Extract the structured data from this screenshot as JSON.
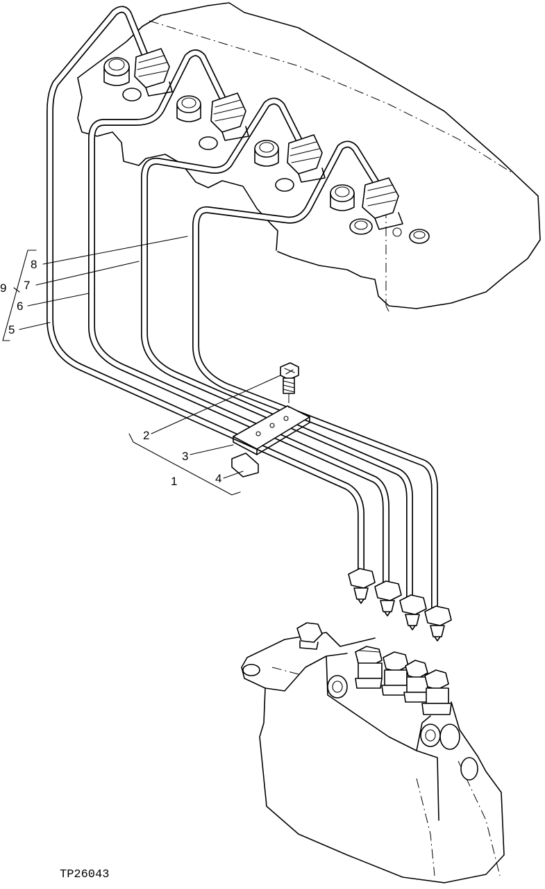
{
  "figure_id": "TP26043",
  "callouts": {
    "c1": "1",
    "c2": "2",
    "c3": "3",
    "c4": "4",
    "c5": "5",
    "c6": "6",
    "c7": "7",
    "c8": "8",
    "c9": "9"
  }
}
